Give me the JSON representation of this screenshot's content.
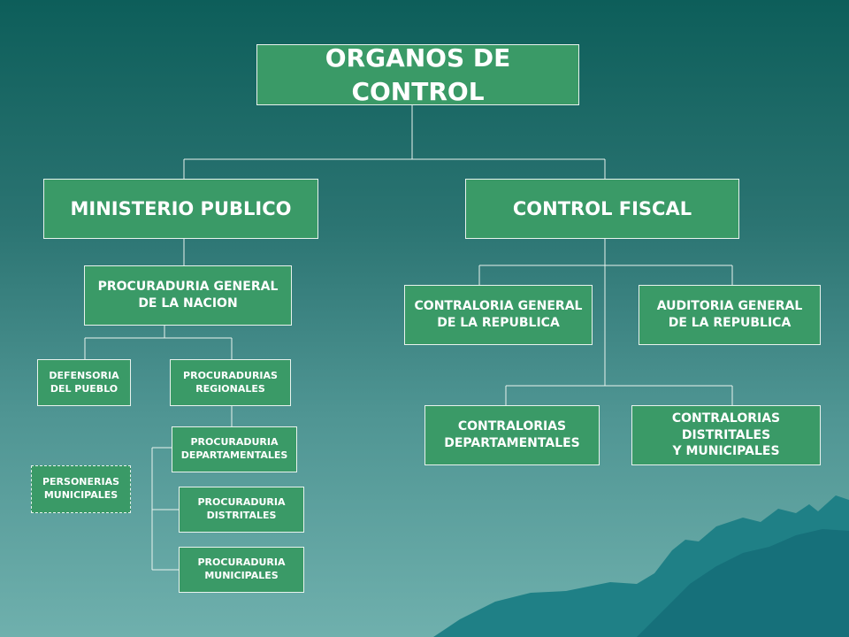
{
  "colors": {
    "box_fill": "#3a9a67",
    "box_border": "#e9f3ee",
    "line": "#e9f3ee",
    "background_top": "#0d5e5a",
    "background_bottom": "#6fb0ad",
    "mountain": "#1f8086"
  },
  "nodes": {
    "root": "ORGANOS DE CONTROL",
    "ministerio": "MINISTERIO PUBLICO",
    "control_fiscal": "CONTROL FISCAL",
    "procuraduria_general": "PROCURADURIA GENERAL\nDE LA NACION",
    "defensoria": "DEFENSORIA\nDEL PUEBLO",
    "procuradurias_regionales": "PROCURADURIAS\nREGIONALES",
    "proc_departamentales": "PROCURADURIA\nDEPARTAMENTALES",
    "proc_distritales": "PROCURADURIA\nDISTRITALES",
    "proc_municipales": "PROCURADURIA\nMUNICIPALES",
    "personerias": "PERSONERIAS\nMUNICIPALES",
    "contraloria_general": "CONTRALORIA GENERAL\nDE LA REPUBLICA",
    "auditoria_general": "AUDITORIA GENERAL\nDE LA REPUBLICA",
    "contralorias_departamentales": "CONTRALORIAS\nDEPARTAMENTALES",
    "contralorias_distritales": "CONTRALORIAS\nDISTRITALES\nY MUNICIPALES"
  }
}
